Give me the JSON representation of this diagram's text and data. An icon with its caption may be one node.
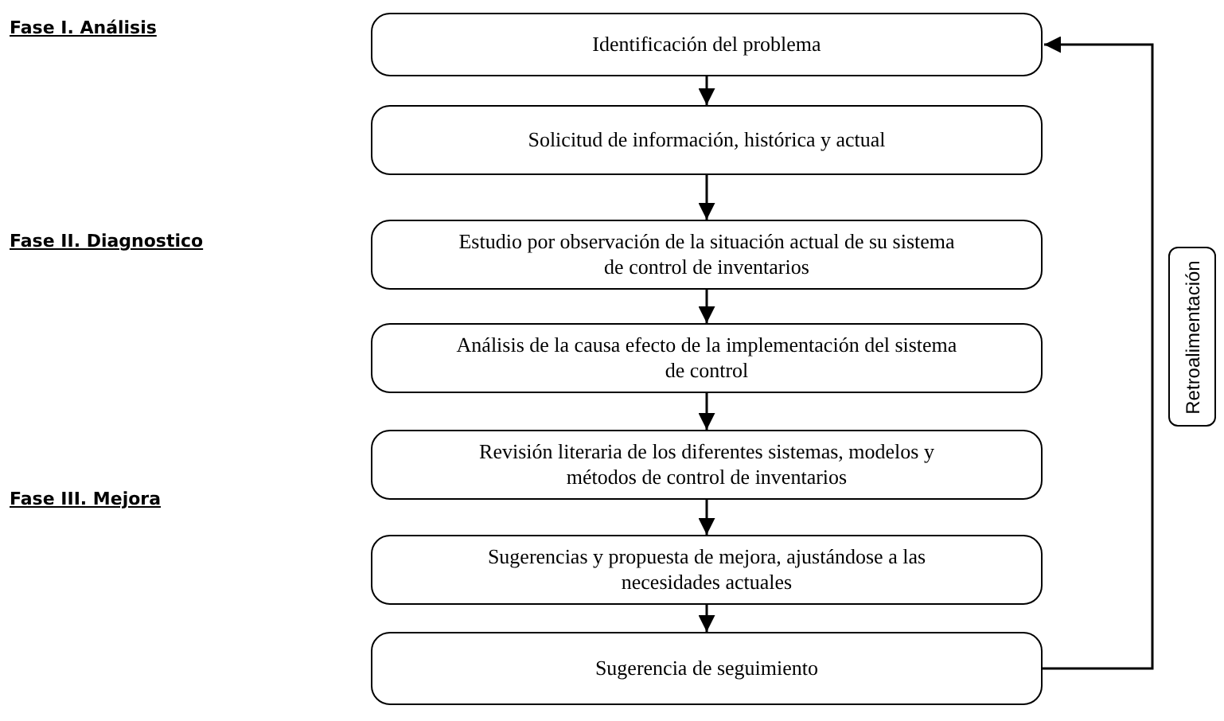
{
  "diagram": {
    "nodes": [
      {
        "text": [
          "Identificación del problema"
        ]
      },
      {
        "text": [
          "Solicitud de información, histórica y actual"
        ]
      },
      {
        "text": [
          "Estudio por observación de la situación actual de su sistema de control de inventarios"
        ]
      },
      {
        "text": [
          "Análisis de la causa efecto de la implementación del sistema de control"
        ]
      },
      {
        "text": [
          "Revisión literaria de los diferentes sistemas, modelos y métodos de control de inventarios"
        ]
      },
      {
        "text": [
          "Sugerencias y propuesta de mejora, ajustándose a las necesidades actuales"
        ]
      },
      {
        "text": [
          "Sugerencia de seguimiento"
        ]
      },
      {
        "text": [
          "Retroalimentación"
        ]
      }
    ],
    "edges": [
      {
        "from": 0,
        "to": 1,
        "arrow": "to"
      },
      {
        "from": 1,
        "to": 2,
        "arrow": "to"
      },
      {
        "from": 2,
        "to": 3,
        "arrow": "to"
      },
      {
        "from": 3,
        "to": 4,
        "arrow": "to"
      },
      {
        "from": 4,
        "to": 5,
        "arrow": "to"
      },
      {
        "from": 5,
        "to": 6,
        "arrow": "to"
      },
      {
        "from": 6,
        "to": 0,
        "arrow": "to"
      }
    ],
    "labels": [
      "Fase I. Análisis",
      "Fase II. Diagnostico",
      "Fase III. Mejora"
    ]
  }
}
